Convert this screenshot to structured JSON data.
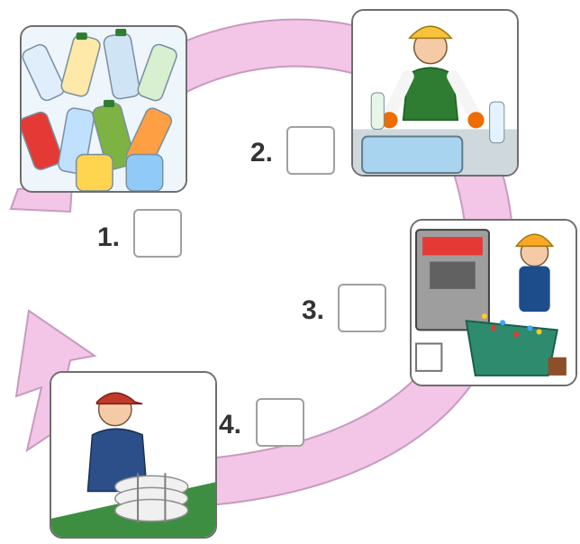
{
  "diagram": {
    "type": "recycling-cycle",
    "colors": {
      "arrow_fill": "#f3c6e8",
      "arrow_stroke": "#c79ac0",
      "card_border": "#6e6e6e",
      "box_border": "#a0a0a0"
    },
    "steps": [
      {
        "label": "1.",
        "illustration": "pile-of-plastic-bottles"
      },
      {
        "label": "2.",
        "illustration": "worker-washing-bottles"
      },
      {
        "label": "3.",
        "illustration": "worker-shredding-bottles"
      },
      {
        "label": "4.",
        "illustration": "worker-bundling-recycled-material"
      }
    ]
  }
}
